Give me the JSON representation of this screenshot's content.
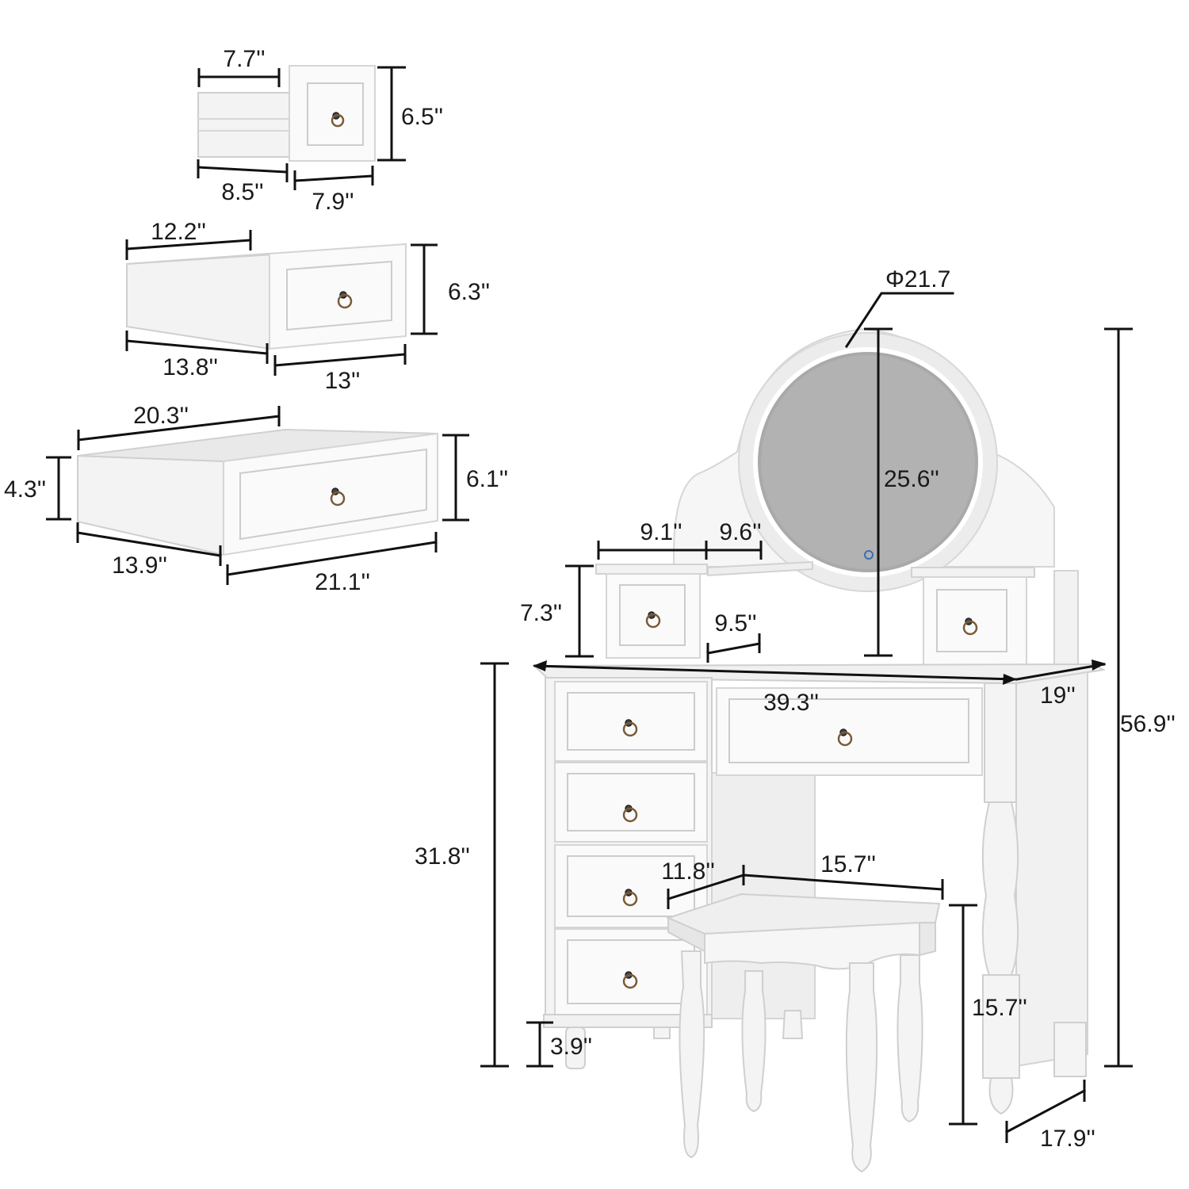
{
  "dimensions": {
    "small_drawer": {
      "width_top": "7.7''",
      "height": "6.5''",
      "depth": "8.5''",
      "width_bottom": "7.9''"
    },
    "mid_drawer": {
      "width_top": "12.2''",
      "height": "6.3''",
      "depth": "13.8''",
      "width_bottom": "13''"
    },
    "large_drawer": {
      "width_top": "20.3''",
      "side_height": "4.3''",
      "front_height": "6.1''",
      "depth": "13.9''",
      "width_bottom": "21.1''"
    },
    "vanity": {
      "mirror_diameter": "Φ21.7",
      "mirror_height": "25.6''",
      "top_drawer_width": "9.1''",
      "gap_width": "9.6''",
      "top_drawer_height": "7.3''",
      "gap_depth": "9.5''",
      "desk_width": "39.3''",
      "desk_depth": "19''",
      "total_height": "56.9''",
      "desk_height": "31.8''",
      "base_height": "3.9''",
      "leg_depth": "17.9''"
    },
    "stool": {
      "depth": "11.8''",
      "width": "15.7''",
      "height": "15.7''"
    }
  },
  "colors": {
    "furniture": "#f3f3f3",
    "outline": "#cfcfcf",
    "dimension_line": "#111111",
    "mirror_light": "#e8e8e8",
    "mirror_glass": "#a9a9a9"
  },
  "icons": {
    "drawer_pull": "ring-pull-icon",
    "touch_sensor": "touch-button-icon"
  }
}
